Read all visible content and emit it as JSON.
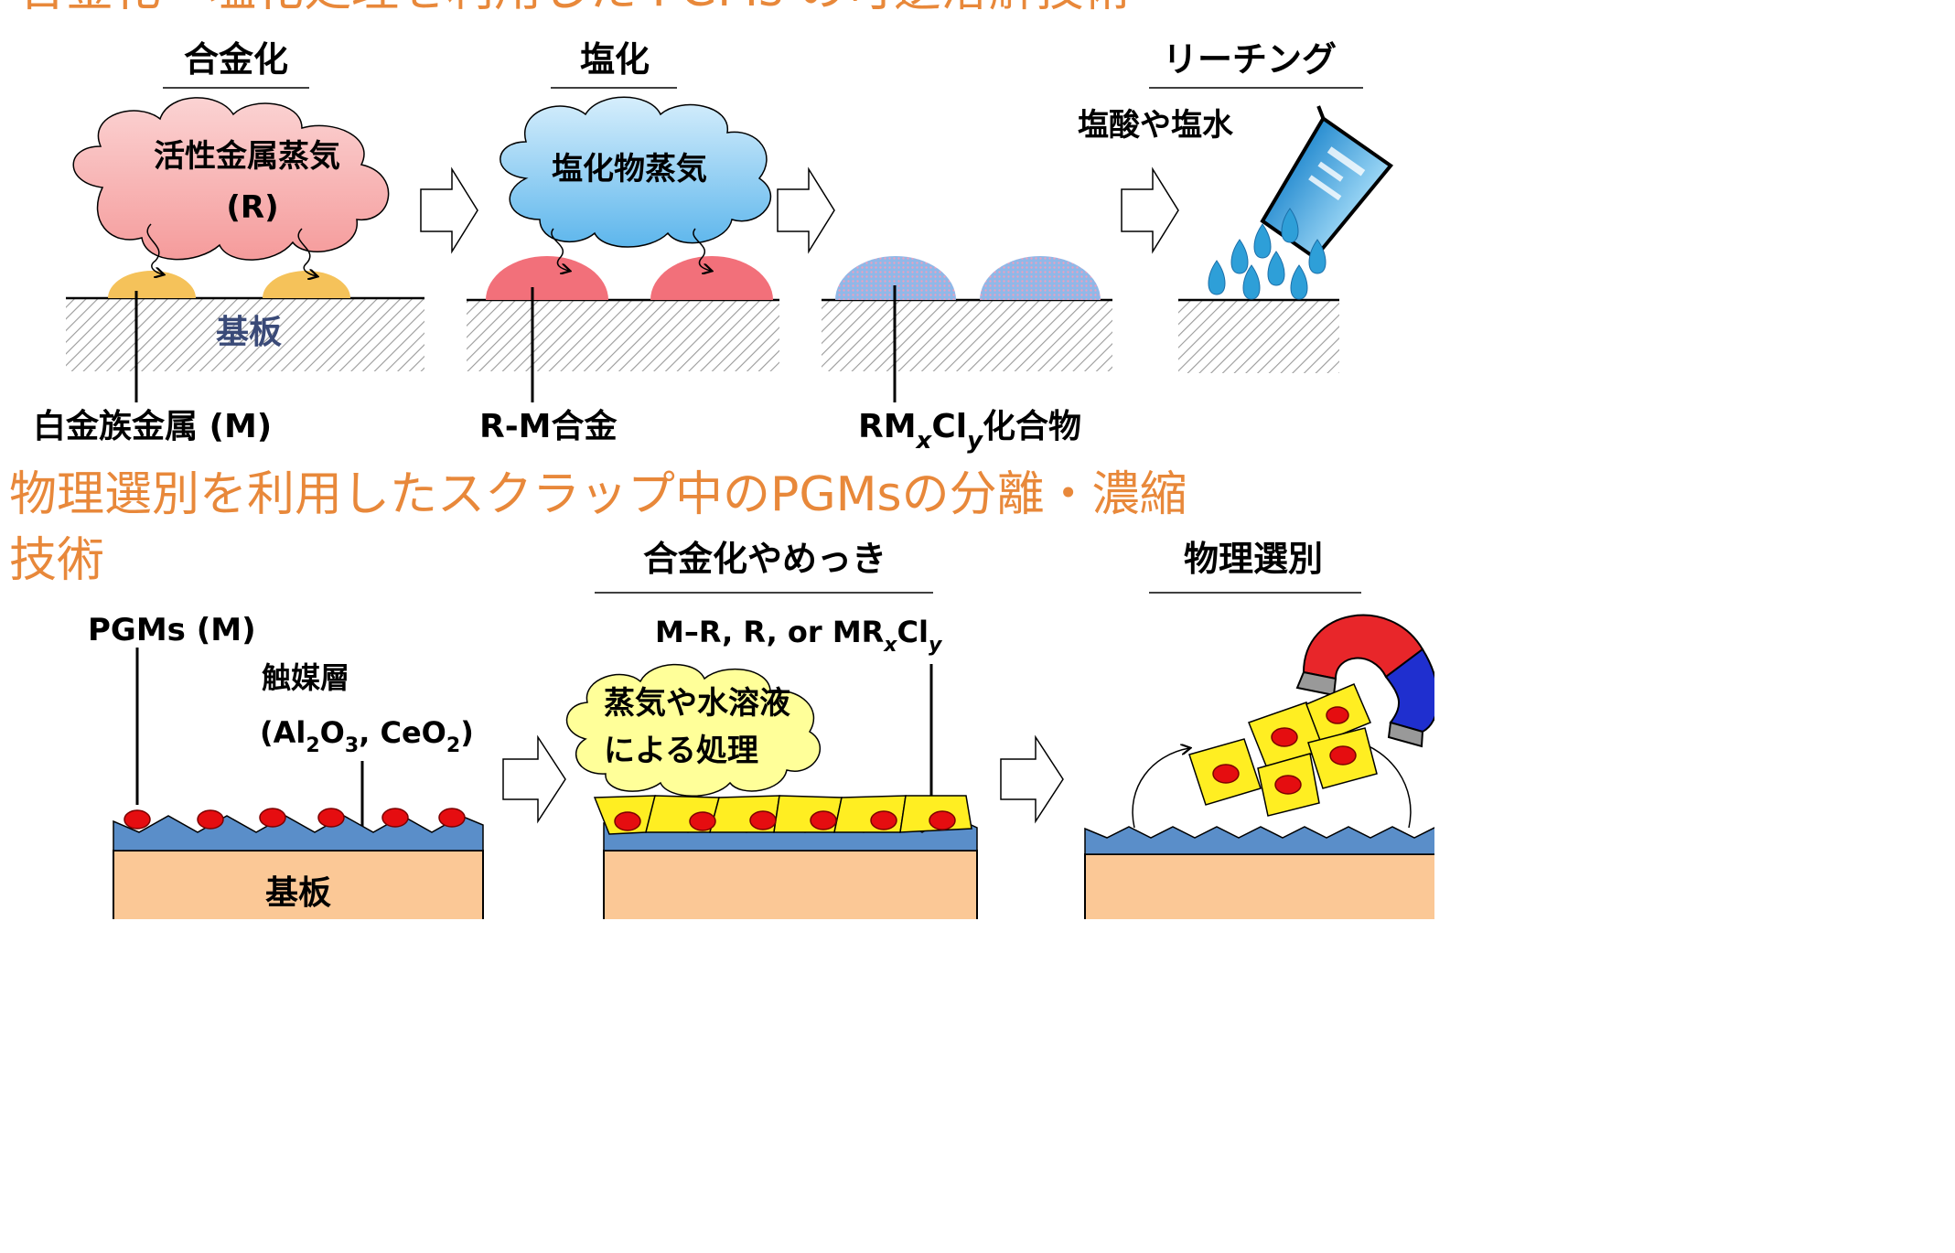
{
  "top_title": "合金化・塩化処理を利用した PGMs の可逆溶解技術",
  "top_section": {
    "stage1": {
      "heading": "合金化",
      "cloud_line1": "活性金属蒸気",
      "cloud_line2": "(R)",
      "substrate": "基板",
      "label": "白金族金属 (M)"
    },
    "stage2": {
      "heading": "塩化",
      "cloud": "塩化物蒸気",
      "label": "R-M合金"
    },
    "stage3": {
      "label_prefix": "RM",
      "label_x": "x",
      "label_cl": "Cl",
      "label_y": "y",
      "label_suffix": "化合物"
    },
    "stage4": {
      "heading": "リーチング",
      "sub": "塩酸や塩水"
    }
  },
  "bottom_title_line1": "物理選別を利用したスクラップ中のPGMsの分離・濃縮",
  "bottom_title_line2": "技術",
  "bottom_section": {
    "stage1": {
      "pgm_label": "PGMs (M)",
      "catalyst": "触媒層",
      "oxide_open": "(Al",
      "oxide_2a": "2",
      "oxide_o": "O",
      "oxide_3": "3",
      "oxide_ce": ", CeO",
      "oxide_2b": "2",
      "oxide_close": ")",
      "substrate": "基板"
    },
    "stage2": {
      "heading": "合金化やめっき",
      "formula_main": "M–R, R, or MR",
      "formula_x": "x",
      "formula_cl": "Cl",
      "formula_y": "y",
      "cloud_line1": "蒸気や水溶液",
      "cloud_line2": "による処理"
    },
    "stage3": {
      "heading": "物理選別"
    }
  },
  "colors": {
    "title_orange": "#E8883A",
    "pink_cloud": "#F8A6A6",
    "blue_cloud": "#7CC8F2",
    "yellow_cloud": "#FFFF99",
    "pgm_dot_yellow": "#F5C25A",
    "alloy_red": "#F2707A",
    "substrate_peach": "#FBC896",
    "catalyst_blue": "#5A8EC9",
    "water_blue": "#2E9FD8",
    "magnet_red": "#E8262A",
    "magnet_blue": "#1F2FCF"
  }
}
